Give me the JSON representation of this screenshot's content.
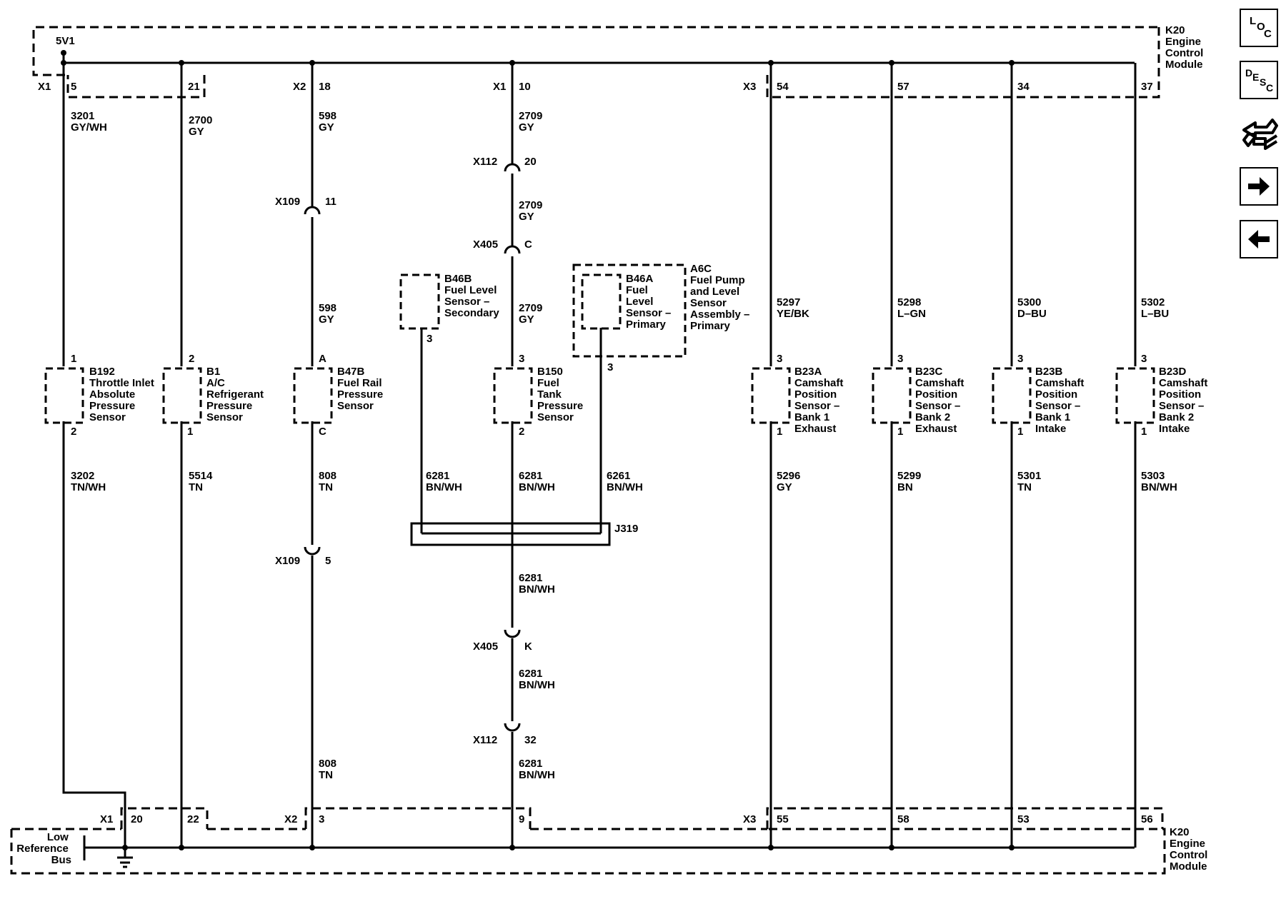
{
  "module": {
    "name_lines": [
      "K20",
      "Engine",
      "Control",
      "Module"
    ],
    "power_label": "5V1",
    "low_ref_lines": [
      "Low",
      "Reference",
      "Bus"
    ],
    "top_connectors": [
      "X1",
      "X2",
      "X1",
      "X3"
    ],
    "bottom_connectors": [
      "X1",
      "X2",
      "X3"
    ]
  },
  "columns": {
    "tiap": {
      "pin_top": "5",
      "wire_top": [
        "3201",
        "GY/WH"
      ],
      "sensor_pin_top": "1",
      "sensor_id": "B192",
      "sensor_desc": [
        "Throttle Inlet",
        "Absolute",
        "Pressure",
        "Sensor"
      ],
      "sensor_pin_bottom": "2",
      "wire_bottom": [
        "3202",
        "TN/WH"
      ],
      "pin_bottom": "20"
    },
    "ac": {
      "pin_top": "21",
      "wire_top": [
        "2700",
        "GY"
      ],
      "sensor_pin_top": "2",
      "sensor_id": "B1",
      "sensor_desc": [
        "A/C",
        "Refrigerant",
        "Pressure",
        "Sensor"
      ],
      "sensor_pin_bottom": "1",
      "wire_bottom": [
        "5514",
        "TN"
      ],
      "pin_bottom": "22"
    },
    "frp": {
      "pin_top": "18",
      "wire_top": [
        "598",
        "GY"
      ],
      "inline_top": {
        "name": "X109",
        "pin": "11"
      },
      "wire_top2": [
        "598",
        "GY"
      ],
      "sensor_pin_top": "A",
      "sensor_id": "B47B",
      "sensor_desc": [
        "Fuel Rail",
        "Pressure",
        "Sensor"
      ],
      "sensor_pin_bottom": "C",
      "wire_bottom": [
        "808",
        "TN"
      ],
      "inline_bottom": {
        "name": "X109",
        "pin": "5"
      },
      "wire_bottom2": [
        "808",
        "TN"
      ],
      "pin_bottom": "3"
    },
    "ftp": {
      "pin_top": "10",
      "wire_top": [
        "2709",
        "GY"
      ],
      "inline_1": {
        "name": "X112",
        "pin": "20"
      },
      "wire_mid1": [
        "2709",
        "GY"
      ],
      "inline_2": {
        "name": "X405",
        "pin": "C"
      },
      "wire_mid2": [
        "2709",
        "GY"
      ],
      "sensor_pin_top": "3",
      "sensor_id": "B150",
      "sensor_desc": [
        "Fuel",
        "Tank",
        "Pressure",
        "Sensor"
      ],
      "sensor_pin_bottom": "2",
      "wire_bottom": [
        "6281",
        "BN/WH"
      ],
      "splice": "J319",
      "wire_after_splice": [
        "6281",
        "BN/WH"
      ],
      "inline_3": {
        "name": "X405",
        "pin": "K"
      },
      "wire_mid3": [
        "6281",
        "BN/WH"
      ],
      "inline_4": {
        "name": "X112",
        "pin": "32"
      },
      "wire_end": [
        "6281",
        "BN/WH"
      ],
      "pin_bottom": "9"
    },
    "fls_secondary": {
      "sensor_id": "B46B",
      "sensor_desc": [
        "Fuel Level",
        "Sensor –",
        "Secondary"
      ],
      "pin": "3",
      "wire": [
        "6281",
        "BN/WH"
      ]
    },
    "fls_primary": {
      "sensor_id": "B46A",
      "sensor_desc": [
        "Fuel",
        "Level",
        "Sensor –",
        "Primary"
      ],
      "pin": "3",
      "wire": [
        "6261",
        "BN/WH"
      ],
      "assembly_id": "A6C",
      "assembly_desc": [
        "Fuel Pump",
        "and Level",
        "Sensor",
        "Assembly –",
        "Primary"
      ]
    },
    "cmp_b23a": {
      "pin_top": "54",
      "wire_top": [
        "5297",
        "YE/BK"
      ],
      "sensor_pin_top": "3",
      "sensor_id": "B23A",
      "sensor_desc": [
        "Camshaft",
        "Position",
        "Sensor –",
        "Bank 1",
        "Exhaust"
      ],
      "sensor_pin_bottom": "1",
      "wire_bottom": [
        "5296",
        "GY"
      ],
      "pin_bottom": "55"
    },
    "cmp_b23c": {
      "pin_top": "57",
      "wire_top": [
        "5298",
        "L–GN"
      ],
      "sensor_pin_top": "3",
      "sensor_id": "B23C",
      "sensor_desc": [
        "Camshaft",
        "Position",
        "Sensor –",
        "Bank 2",
        "Exhaust"
      ],
      "sensor_pin_bottom": "1",
      "wire_bottom": [
        "5299",
        "BN"
      ],
      "pin_bottom": "58"
    },
    "cmp_b23b": {
      "pin_top": "34",
      "wire_top": [
        "5300",
        "D–BU"
      ],
      "sensor_pin_top": "3",
      "sensor_id": "B23B",
      "sensor_desc": [
        "Camshaft",
        "Position",
        "Sensor –",
        "Bank 1",
        "Intake"
      ],
      "sensor_pin_bottom": "1",
      "wire_bottom": [
        "5301",
        "TN"
      ],
      "pin_bottom": "53"
    },
    "cmp_b23d": {
      "pin_top": "37",
      "wire_top": [
        "5302",
        "L–BU"
      ],
      "sensor_pin_top": "3",
      "sensor_id": "B23D",
      "sensor_desc": [
        "Camshaft",
        "Position",
        "Sensor –",
        "Bank 2",
        "Intake"
      ],
      "sensor_pin_bottom": "1",
      "wire_bottom": [
        "5303",
        "BN/WH"
      ],
      "pin_bottom": "56"
    }
  },
  "nav": {
    "loc_letters": [
      "L",
      "O",
      "C"
    ],
    "desc_letters": [
      "D",
      "E",
      "S",
      "C"
    ],
    "icons": [
      "loc-icon",
      "desc-icon",
      "connector-end-view-icon",
      "next-arrow-icon",
      "previous-arrow-icon"
    ]
  }
}
